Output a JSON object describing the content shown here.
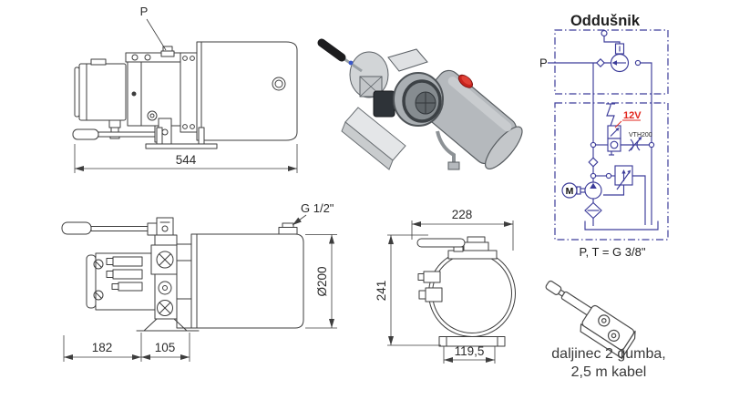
{
  "colors": {
    "drawing_line": "#3d3d3d",
    "schematic_line": "#3c3c9a",
    "accent_red": "#e2261d",
    "filler_cap_red": "#c8241e"
  },
  "side_view": {
    "port_label": "P",
    "total_length": "544"
  },
  "schematic": {
    "title": "Oddušnik",
    "port_label": "P",
    "voltage": "12V",
    "throttle_model": "VTH200",
    "motor_label": "M",
    "ports_note": "P, T = G 3/8\""
  },
  "side_view_dims": {
    "fitting": "G 1/2\"",
    "tank_diameter": "Ø200",
    "motor_section": "182",
    "pump_section": "105"
  },
  "front_view": {
    "width": "228",
    "height": "241",
    "base_width": "119,5"
  },
  "remote": {
    "caption_line1": "daljinec 2 gumba,",
    "caption_line2": "2,5 m kabel"
  }
}
